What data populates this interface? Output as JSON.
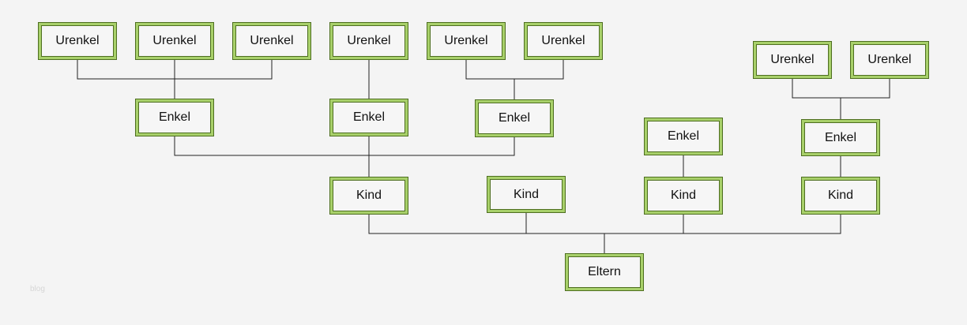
{
  "nodes": {
    "u1": "Urenkel",
    "u2": "Urenkel",
    "u3": "Urenkel",
    "u4": "Urenkel",
    "u5": "Urenkel",
    "u6": "Urenkel",
    "u7": "Urenkel",
    "u8": "Urenkel",
    "e1": "Enkel",
    "e2": "Enkel",
    "e3": "Enkel",
    "e4": "Enkel",
    "e5": "Enkel",
    "k1": "Kind",
    "k2": "Kind",
    "k3": "Kind",
    "k4": "Kind",
    "root": "Eltern"
  },
  "watermark": "blog",
  "colors": {
    "frame": "#a8d06a",
    "border": "#4d6e1f",
    "line": "#222222",
    "background": "#f4f4f4"
  }
}
